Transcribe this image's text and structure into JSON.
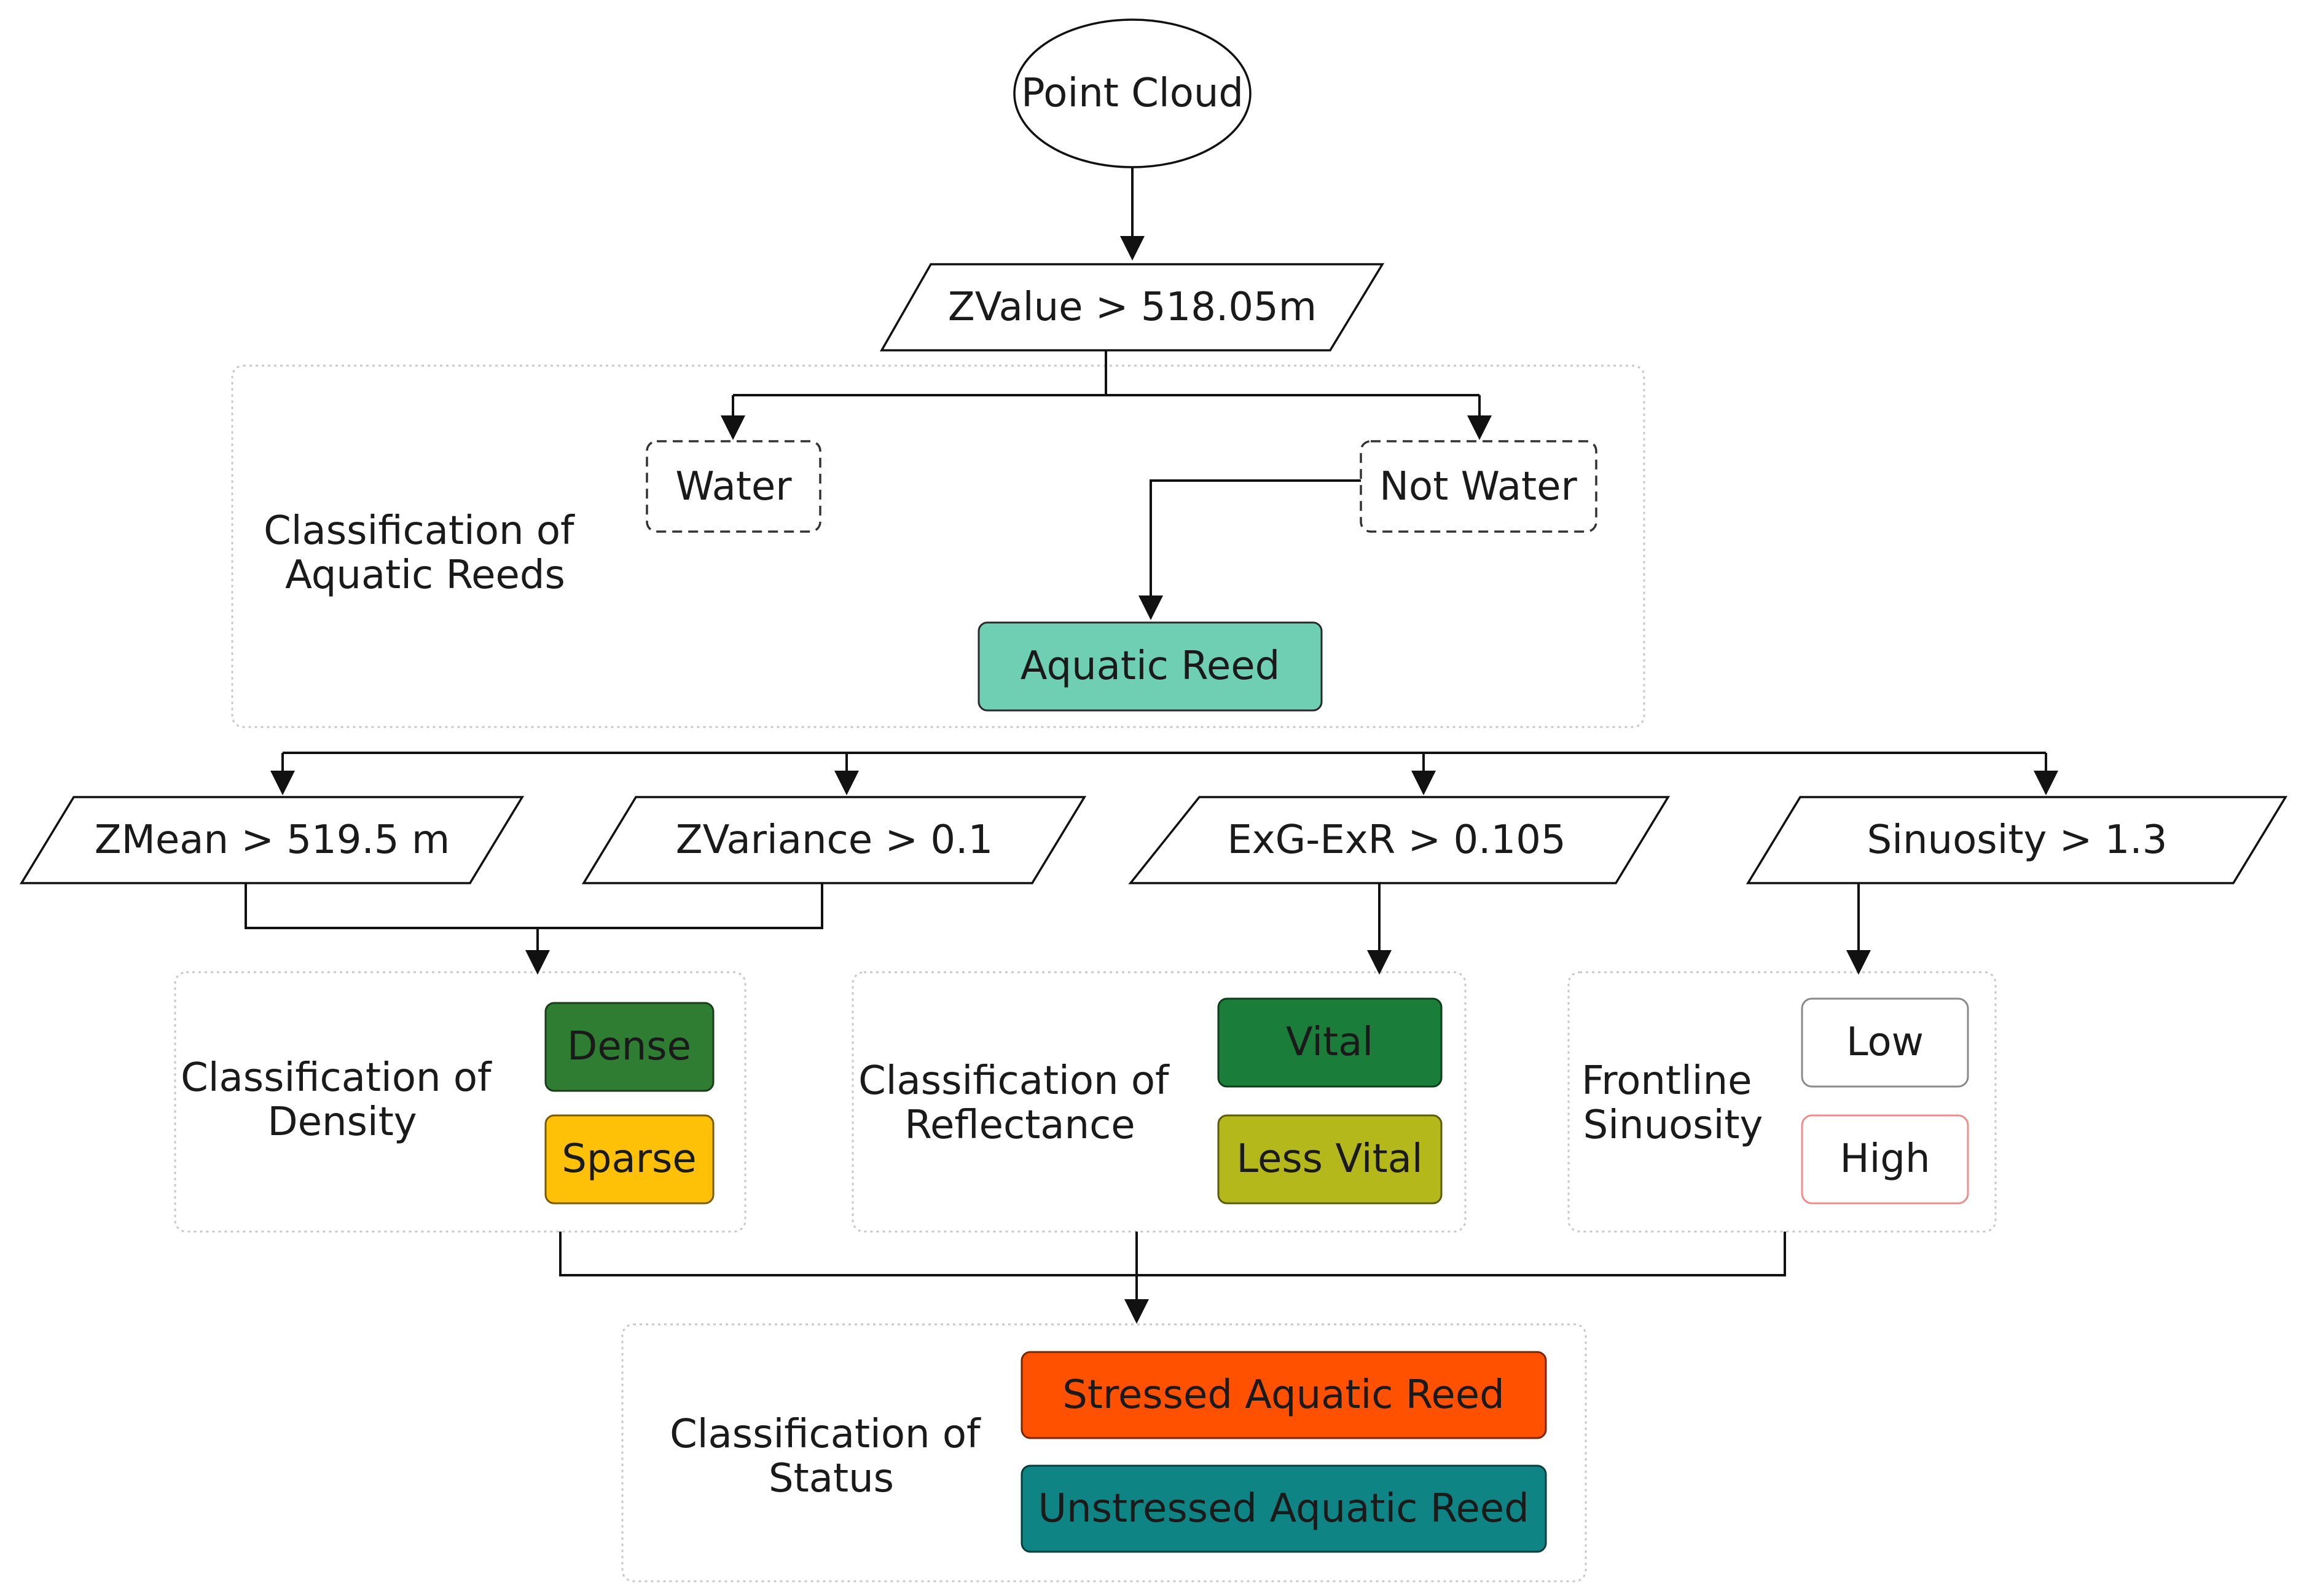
{
  "diagram": {
    "start": {
      "label": "Point Cloud"
    },
    "decisions": {
      "zvalue": "ZValue > 518.05m",
      "zmean": "ZMean > 519.5 m",
      "zvariance": "ZVariance > 0.1",
      "exg_exr": "ExG-ExR > 0.105",
      "sinuosity": "Sinuosity > 1.3"
    },
    "groups": {
      "aquatic_reeds": {
        "label_line1": "Classification of",
        "label_line2": "Aquatic Reeds"
      },
      "density": {
        "label_line1": "Classification of",
        "label_line2": "Density"
      },
      "reflectance": {
        "label_line1": "Classification of",
        "label_line2": "Reflectance"
      },
      "sinuosity": {
        "label_line1": "Frontline",
        "label_line2": "Sinuosity"
      },
      "status": {
        "label_line1": "Classification of",
        "label_line2": "Status"
      }
    },
    "classes": {
      "water": {
        "label": "Water",
        "style": "dashed"
      },
      "not_water": {
        "label": "Not Water",
        "style": "dashed"
      },
      "aquatic_reed": {
        "label": "Aquatic Reed",
        "color": "#6fcfb3"
      },
      "dense": {
        "label": "Dense",
        "color": "#2e7d32"
      },
      "sparse": {
        "label": "Sparse",
        "color": "#ffc107"
      },
      "vital": {
        "label": "Vital",
        "color": "#1b7d3a"
      },
      "less_vital": {
        "label": "Less Vital",
        "color": "#b5b81a"
      },
      "low": {
        "label": "Low",
        "color": "#ffffff",
        "border": "#8a8a8a"
      },
      "high": {
        "label": "High",
        "color": "#ffffff",
        "border": "#f08c8c"
      },
      "stressed": {
        "label": "Stressed Aquatic Reed",
        "color": "#ff5100"
      },
      "unstressed": {
        "label": "Unstressed Aquatic Reed",
        "color": "#0f8484"
      }
    }
  }
}
